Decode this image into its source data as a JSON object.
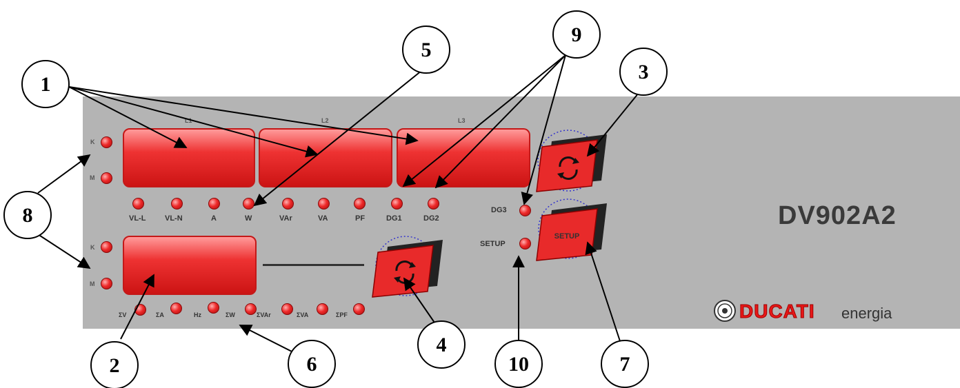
{
  "model": "DV902A2",
  "brand": {
    "name": "DUCATI",
    "suffix": "energia"
  },
  "display_titles": [
    "L1",
    "L2",
    "L3"
  ],
  "scale_labels": {
    "k": "K",
    "m": "M"
  },
  "top_leds": [
    "VL-L",
    "VL-N",
    "A",
    "W",
    "VAr",
    "VA",
    "PF",
    "DG1",
    "DG2"
  ],
  "bottom_leds": [
    "ΣV",
    "ΣA",
    "Hz",
    "ΣW",
    "ΣVAr",
    "ΣVA",
    "ΣPF"
  ],
  "side_leds": {
    "dg3": "DG3",
    "setup": "SETUP"
  },
  "setup_button": "SETUP",
  "callouts": [
    "1",
    "2",
    "3",
    "4",
    "5",
    "6",
    "7",
    "8",
    "9",
    "10"
  ],
  "colors": {
    "panel": "#b4b4b4",
    "display": "#e82828",
    "led": "#e82a2a",
    "brand": "#e81818"
  }
}
